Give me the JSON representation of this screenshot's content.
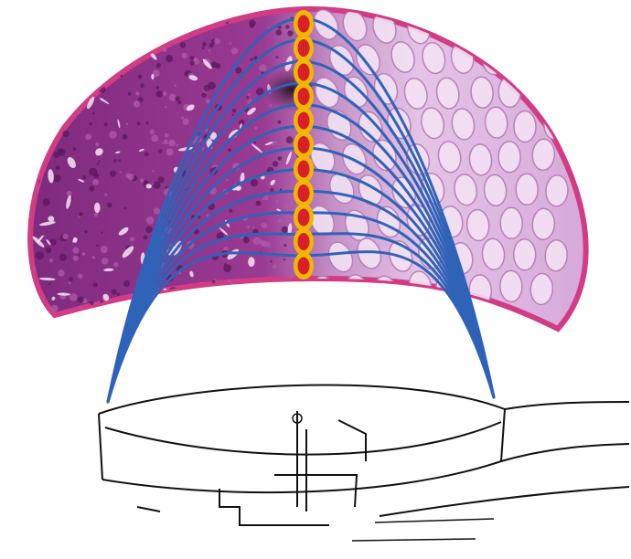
{
  "figure": {
    "description_text": "",
    "colors": {
      "tissue_left": "#8e2f8a",
      "tissue_left_dark": "#6a1f6d",
      "tissue_right": "#e9c8ea",
      "tissue_rim": "#d13c84",
      "fibers": "#2f63b8",
      "beads_outer": "#f2b800",
      "beads_inner": "#d9202a",
      "line_art": "#111111"
    },
    "elements": {
      "tissue_section": "tissue-section",
      "fiber_bundle": "fiber-bundle",
      "bead_chain": "bead-chain",
      "base_drawing": "base-drawing"
    }
  }
}
